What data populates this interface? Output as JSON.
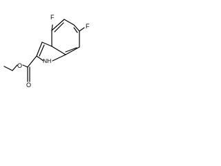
{
  "molecule": {
    "atom_labels": {
      "fluorine_top": "F",
      "fluorine_right": "F",
      "nh": "NH",
      "carbonyl_oxygen": "O",
      "ester_oxygen": "O"
    }
  }
}
